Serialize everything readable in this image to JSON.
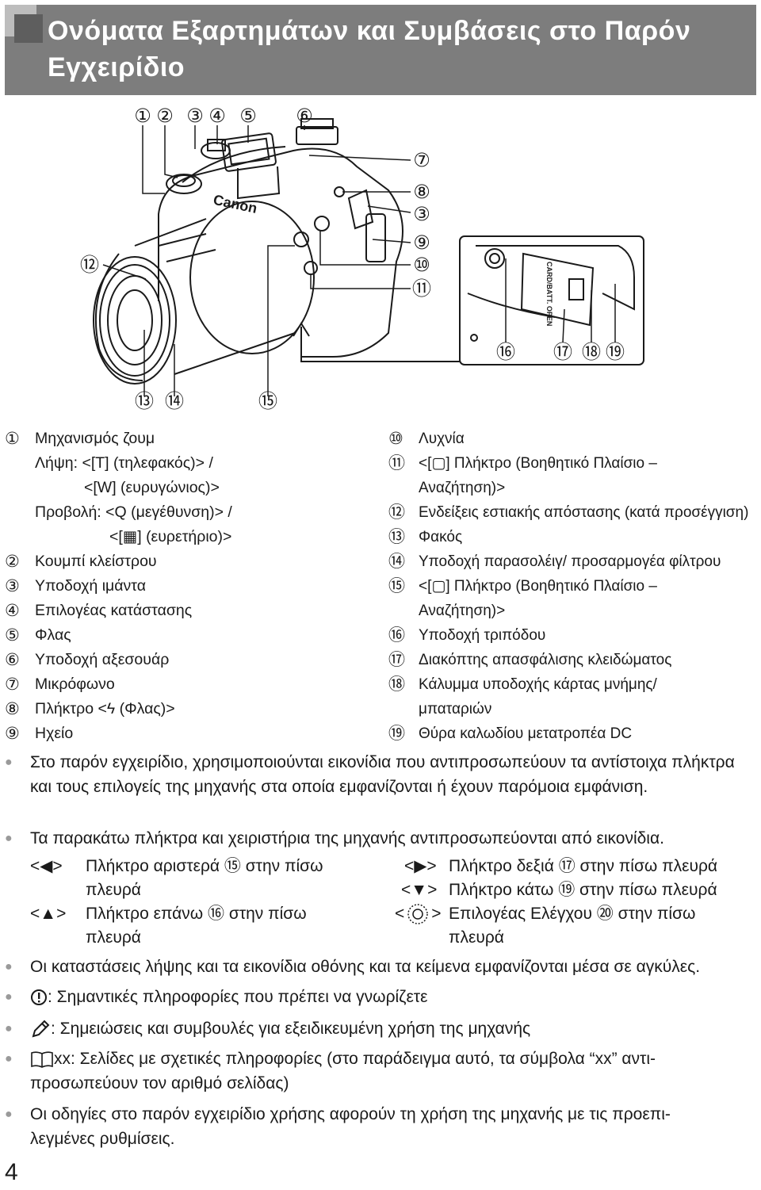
{
  "header": {
    "title_line1": "Ονόματα Εξαρτημάτων και Συμβάσεις στο Παρόν",
    "title_line2": "Εγχειρίδιο"
  },
  "figure": {
    "brand": "Canon",
    "card_label": "CARD/BATT. OPEN",
    "callouts_top": [
      "①",
      "②",
      "③",
      "④",
      "⑤",
      "⑥"
    ],
    "callouts_right": [
      "⑦",
      "⑧",
      "③",
      "⑨",
      "⑩",
      "⑪"
    ],
    "callout_left": "⑫",
    "callouts_bottom": [
      "⑬",
      "⑭",
      "⑮"
    ],
    "callouts_inset": [
      "⑯",
      "⑰",
      "⑱",
      "⑲"
    ]
  },
  "legend_left": [
    {
      "num": "①",
      "text": "Μηχανισμός ζουμ"
    },
    {
      "num": "",
      "text": "Λήψη: <[T] (τηλεφακός)> /"
    },
    {
      "num": "",
      "text": "<[W] (ευρυγώνιος)>"
    },
    {
      "num": "",
      "text": "Προβολή: <Q (μεγέθυνση)> /"
    },
    {
      "num": "",
      "text": "<[▦] (ευρετήριο)>"
    },
    {
      "num": "②",
      "text": "Κουμπί κλείστρου"
    },
    {
      "num": "③",
      "text": "Υποδοχή ιμάντα"
    },
    {
      "num": "④",
      "text": "Επιλογέας κατάστασης"
    },
    {
      "num": "⑤",
      "text": "Φλας"
    },
    {
      "num": "⑥",
      "text": "Υποδοχή αξεσουάρ"
    },
    {
      "num": "⑦",
      "text": "Μικρόφωνο"
    },
    {
      "num": "⑧",
      "text": "Πλήκτρο <ϟ (Φλας)>"
    },
    {
      "num": "⑨",
      "text": "Ηχείο"
    }
  ],
  "legend_right": [
    {
      "num": "⑩",
      "text": "Λυχνία"
    },
    {
      "num": "⑪",
      "text": "<[▢] Πλήκτρο (Βοηθητικό Πλαίσιο –"
    },
    {
      "num": "",
      "text": "Αναζήτηση)>"
    },
    {
      "num": "⑫",
      "text": "Ενδείξεις εστιακής απόστασης (κατά προσέγγιση)"
    },
    {
      "num": "⑬",
      "text": "Φακός"
    },
    {
      "num": "⑭",
      "text": "Υποδοχή παρασολέιγ/ προσαρμογέα φίλτρου"
    },
    {
      "num": "⑮",
      "text": "<[▢] Πλήκτρο (Βοηθητικό Πλαίσιο –"
    },
    {
      "num": "",
      "text": "Αναζήτηση)>"
    },
    {
      "num": "⑯",
      "text": "Υποδοχή τριπόδου"
    },
    {
      "num": "⑰",
      "text": "Διακόπτης απασφάλισης κλειδώματος"
    },
    {
      "num": "⑱",
      "text": "Κάλυμμα υποδοχής κάρτας μνήμης/"
    },
    {
      "num": "",
      "text": "μπαταριών"
    },
    {
      "num": "⑲",
      "text": "Θύρα καλωδίου μετατροπέα DC"
    }
  ],
  "bullets": {
    "b1": "Στο παρόν εγχειρίδιο, χρησιμοποιούνται εικονίδια που αντιπροσωπεύουν τα αντίστοιχα πλήκτρα και τους επιλογείς της μηχανής στα οποία εμφανίζονται ή έχουν παρόμοια εμφάνιση.",
    "b2": "Τα παρακάτω πλήκτρα και χειριστήρια της μηχανής αντιπροσωπεύονται από εικονίδια.",
    "b3": "Οι καταστάσεις λήψης και τα εικονίδια οθόνης και τα κείμενα εμφανίζονται μέσα σε αγκύλες.",
    "b4": ": Σημαντικές πληροφορίες που πρέπει να γνωρίζετε",
    "b5": ": Σημειώσεις και συμβουλές για εξειδικευμένη χρήση της μηχανής",
    "b6_l1": "xx: Σελίδες με σχετικές πληροφορίες (στο παράδειγμα αυτό, τα σύμβολα “xx” αντι-",
    "b6_l2": "προσωπεύουν τον αριθμό σελίδας)",
    "b7_l1": "Οι οδηγίες στο παρόν εγχειρίδιο χρήσης αφορούν τη χρήση της μηχανής με τις προεπι-",
    "b7_l2": "λεγμένες ρυθμίσεις."
  },
  "keys": {
    "left_l1": "Πλήκτρο αριστερά ⑮ στην πίσω",
    "left_l2": "πλευρά",
    "up_l1": "Πλήκτρο επάνω ⑯ στην πίσω",
    "up_l2": "πλευρά",
    "right": "Πλήκτρο δεξιά ⑰ στην πίσω πλευρά",
    "down": "Πλήκτρο κάτω ⑲ στην πίσω πλευρά",
    "dial_l1": "Επιλογέας Ελέγχου ⑳ στην πίσω",
    "dial_l2": "πλευρά"
  },
  "page_number": "4"
}
